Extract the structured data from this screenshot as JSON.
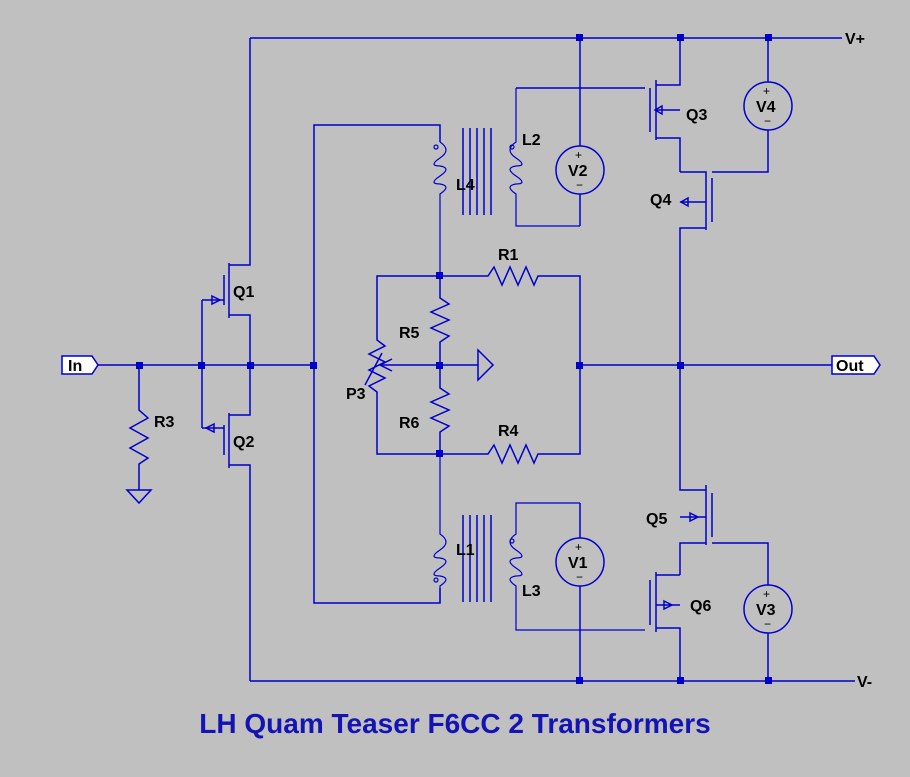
{
  "title": "LH Quam  Teaser F6CC 2 Transformers",
  "rails": {
    "positive": "V+",
    "negative": "V-"
  },
  "ports": {
    "input": "In",
    "output": "Out"
  },
  "components": {
    "Q1": "Q1",
    "Q2": "Q2",
    "Q3": "Q3",
    "Q4": "Q4",
    "Q5": "Q5",
    "Q6": "Q6",
    "R1": "R1",
    "R3": "R3",
    "R4": "R4",
    "R5": "R5",
    "R6": "R6",
    "P3": "P3",
    "L1": "L1",
    "L2": "L2",
    "L3": "L3",
    "L4": "L4",
    "V1": "V1",
    "V2": "V2",
    "V3": "V3",
    "V4": "V4"
  },
  "colors": {
    "background": "#c0c0c0",
    "wire": "#0000cc",
    "title": "#1414b4"
  }
}
